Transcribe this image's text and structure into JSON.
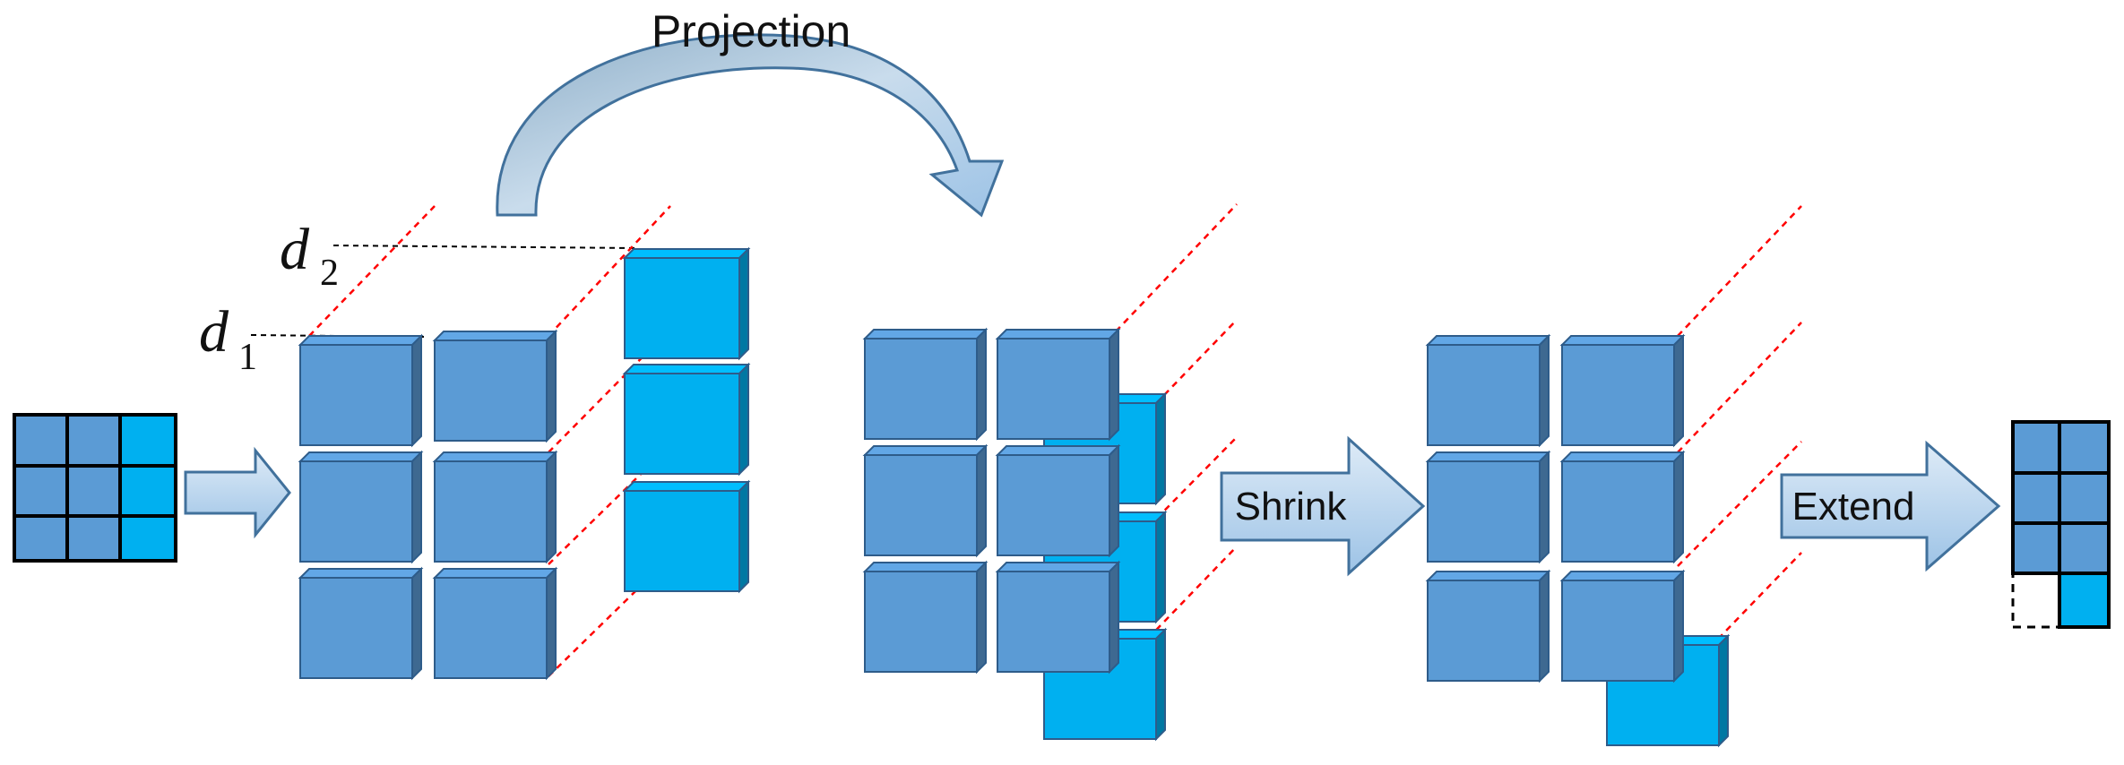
{
  "labels": {
    "projection": "Projection",
    "shrink": "Shrink",
    "extend": "Extend",
    "d1_var": "d",
    "d1_sub": "1",
    "d2_var": "d",
    "d2_sub": "2"
  },
  "colors": {
    "dark_cube": "#5B9BD5",
    "light_cube": "#00B0F0",
    "cube_outline": "#2E5C8A",
    "arrow_fill_top": "#DEEBF7",
    "arrow_fill_bottom": "#9DC3E6",
    "arrow_outline": "#41719C",
    "guide_line": "#FF0000",
    "grid_line": "#000000"
  }
}
